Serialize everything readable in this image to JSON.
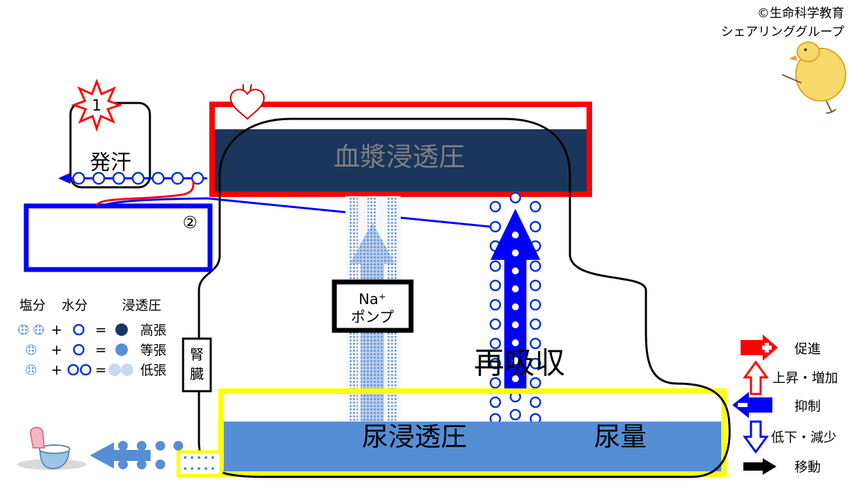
{
  "copyright": {
    "line1": "©生命科学教育",
    "line2": "シェアリンググループ"
  },
  "labels": {
    "step1": "1",
    "sweat": "発汗",
    "step2": "②",
    "plasma_osmotic": "血漿浸透圧",
    "na_pump_1": "Na⁺",
    "na_pump_2": "ポンプ",
    "reabsorption": "再吸収",
    "kidney": "腎臓",
    "urine_osmotic": "尿浸透圧",
    "urine_volume": "尿量"
  },
  "osmo_legend": {
    "header_salt": "塩分",
    "header_water": "水分",
    "header_osmotic": "浸透圧",
    "plus": "+",
    "equals": "=",
    "rows": [
      {
        "label": "高張"
      },
      {
        "label": "等張"
      },
      {
        "label": "低張"
      }
    ]
  },
  "symbol_legend": [
    {
      "label": "促進",
      "icon": "red-filled-plus-arrow-icon"
    },
    {
      "label": "上昇・増加",
      "icon": "red-outline-up-arrow-icon"
    },
    {
      "label": "抑制",
      "icon": "blue-filled-minus-arrow-icon"
    },
    {
      "label": "低下・減少",
      "icon": "blue-outline-down-arrow-icon"
    },
    {
      "label": "移動",
      "icon": "black-arrow-icon"
    }
  ],
  "colors": {
    "red": "#ff0000",
    "blue": "#0000ff",
    "navy": "#1b365d",
    "urine_blue": "#558ed5",
    "yellow": "#ffff00",
    "dot_blue": "#0033cc",
    "light_blue": "#c6d9f1",
    "gray_text": "#7f7f7f"
  }
}
